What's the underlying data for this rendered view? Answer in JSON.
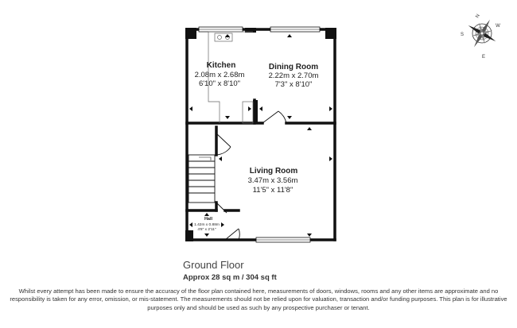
{
  "rooms": {
    "kitchen": {
      "name": "Kitchen",
      "dim_metric": "2.08m x 2.68m",
      "dim_imperial": "6'10\" x 8'10\""
    },
    "dining": {
      "name": "Dining Room",
      "dim_metric": "2.22m x 2.70m",
      "dim_imperial": "7'3\" x 8'10\""
    },
    "living": {
      "name": "Living Room",
      "dim_metric": "3.47m x 3.56m",
      "dim_imperial": "11'5\" x 11'8\""
    },
    "hall": {
      "name": "Hall",
      "dim_metric": "1.42m x 0.88m",
      "dim_imperial": "4'8\" x 2'11\""
    }
  },
  "compass": {
    "n": "N",
    "s": "S",
    "e": "E",
    "w": "W"
  },
  "floor": {
    "name": "Ground Floor",
    "area": "Approx 28 sq m / 304 sq ft"
  },
  "disclaimer": "Whilst every attempt has been made to ensure the accuracy of the floor plan contained here, measurements of doors, windows, rooms and any other items are approximate and no responsibility is taken for any error, omission, or mis-statement. The measurements should not be relied upon for valuation, transaction and/or funding purposes. This plan is for illustrative purposes only and should be used as such by any prospective purchaser or tenant."
}
